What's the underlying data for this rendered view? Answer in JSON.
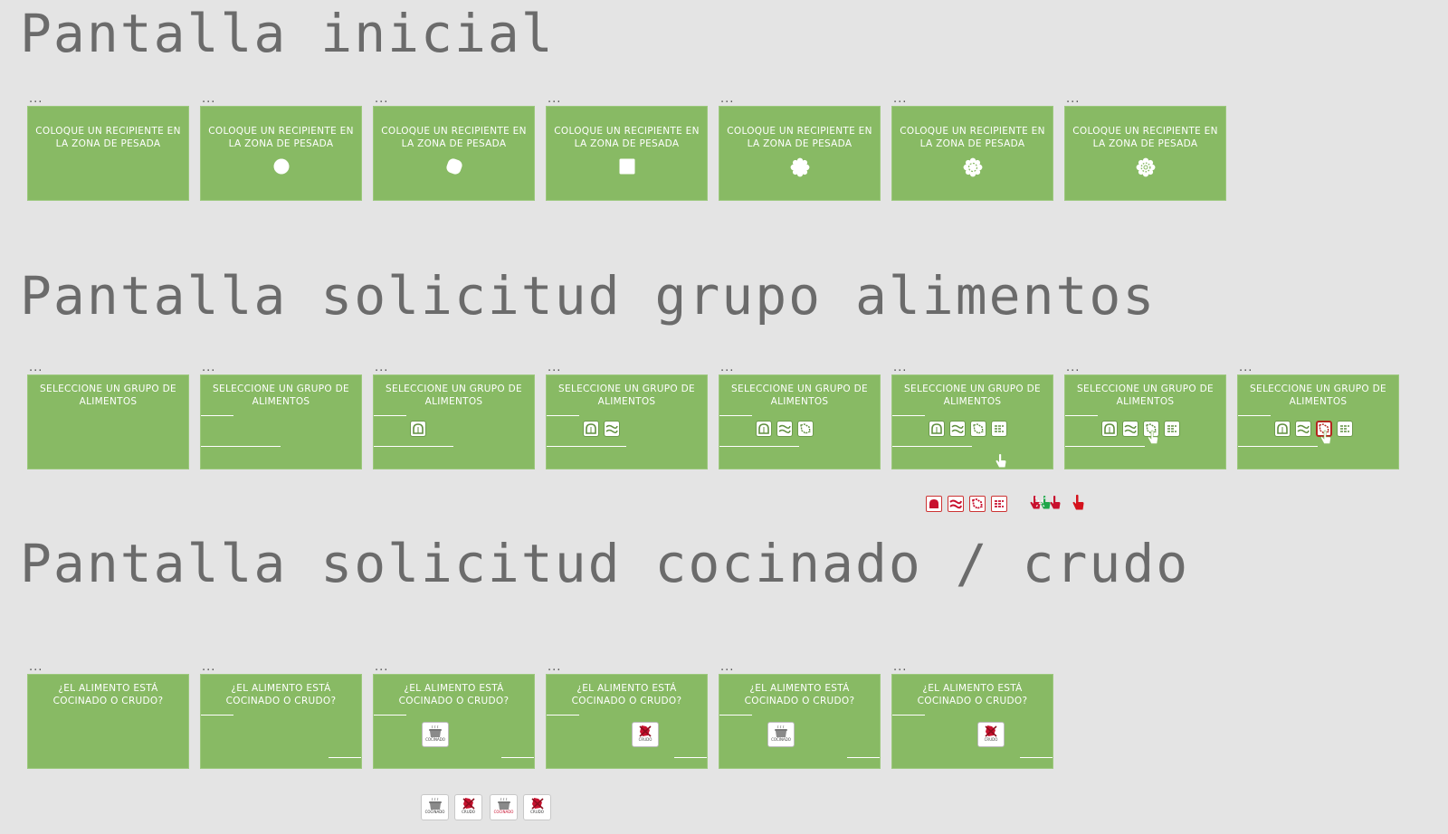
{
  "sections": {
    "initial": {
      "title": "Pantalla inicial",
      "frames": [
        {
          "dots": "...",
          "message": "COLOQUE UN RECIPIENTE EN LA ZONA DE PESADA",
          "animation_shape": "none"
        },
        {
          "dots": "...",
          "message": "COLOQUE UN RECIPIENTE EN LA ZONA DE PESADA",
          "animation_shape": "circle"
        },
        {
          "dots": "...",
          "message": "COLOQUE UN RECIPIENTE EN LA ZONA DE PESADA",
          "animation_shape": "rounded-square"
        },
        {
          "dots": "...",
          "message": "COLOQUE UN RECIPIENTE EN LA ZONA DE PESADA",
          "animation_shape": "square"
        },
        {
          "dots": "...",
          "message": "COLOQUE UN RECIPIENTE EN LA ZONA DE PESADA",
          "animation_shape": "flower"
        },
        {
          "dots": "...",
          "message": "COLOQUE UN RECIPIENTE EN LA ZONA DE PESADA",
          "animation_shape": "flower-outline"
        },
        {
          "dots": "...",
          "message": "COLOQUE UN RECIPIENTE EN LA ZONA DE PESADA",
          "animation_shape": "gear-outline"
        }
      ]
    },
    "food_group": {
      "title": "Pantalla solicitud grupo alimentos",
      "frames": [
        {
          "dots": "...",
          "message": "SELECCIONE UN GRUPO DE ALIMENTOS",
          "icon_count": 0
        },
        {
          "dots": "...",
          "message": "SELECCIONE UN GRUPO DE ALIMENTOS",
          "icon_count": 0
        },
        {
          "dots": "...",
          "message": "SELECCIONE UN GRUPO DE ALIMENTOS",
          "icon_count": 1
        },
        {
          "dots": "...",
          "message": "SELECCIONE UN GRUPO DE ALIMENTOS",
          "icon_count": 2
        },
        {
          "dots": "...",
          "message": "SELECCIONE UN GRUPO DE ALIMENTOS",
          "icon_count": 3
        },
        {
          "dots": "...",
          "message": "SELECCIONE UN GRUPO DE ALIMENTOS",
          "icon_count": 4,
          "hand": "below"
        },
        {
          "dots": "...",
          "message": "SELECCIONE UN GRUPO DE ALIMENTOS",
          "icon_count": 4,
          "hand": "on-icon-3"
        },
        {
          "dots": "...",
          "message": "SELECCIONE UN GRUPO DE ALIMENTOS",
          "icon_count": 4,
          "hand": "on-icon-3",
          "selected_icon": 3
        }
      ],
      "icons": [
        "bread-icon",
        "fish-icon",
        "meat-icon",
        "vegetable-icon"
      ],
      "assets": [
        "bread-icon-red",
        "fish-icon-red",
        "meat-icon-red",
        "vegetable-icon-red",
        "hand-cursor-red",
        "hand-cursor-green",
        "hand-cursor-red-solid"
      ]
    },
    "cooked_raw": {
      "title": "Pantalla solicitud cocinado / crudo",
      "frames": [
        {
          "dots": "...",
          "message": "¿EL ALIMENTO ESTÁ COCINADO O CRUDO?",
          "icon": "none"
        },
        {
          "dots": "...",
          "message": "¿EL ALIMENTO ESTÁ COCINADO O CRUDO?",
          "icon": "none"
        },
        {
          "dots": "...",
          "message": "¿EL ALIMENTO ESTÁ COCINADO O CRUDO?",
          "icon": "cooked",
          "icon_caption": "COCINADO"
        },
        {
          "dots": "...",
          "message": "¿EL ALIMENTO ESTÁ COCINADO O CRUDO?",
          "icon": "raw",
          "icon_caption": "CRUDO"
        },
        {
          "dots": "...",
          "message": "¿EL ALIMENTO ESTÁ COCINADO O CRUDO?",
          "icon": "cooked",
          "icon_caption": "COCINADO"
        },
        {
          "dots": "...",
          "message": "¿EL ALIMENTO ESTÁ COCINADO O CRUDO?",
          "icon": "raw",
          "icon_caption": "CRUDO"
        }
      ],
      "assets": [
        {
          "icon": "cooked",
          "caption": "COCINADO"
        },
        {
          "icon": "raw",
          "caption": "CRUDO"
        },
        {
          "icon": "cooked",
          "caption": "COCINADO"
        },
        {
          "icon": "raw",
          "caption": "CRUDO"
        }
      ]
    }
  },
  "colors": {
    "background": "#e4e4e4",
    "card": "#88ba64",
    "title": "#6b6b6b",
    "accent_red": "#c8102e"
  }
}
